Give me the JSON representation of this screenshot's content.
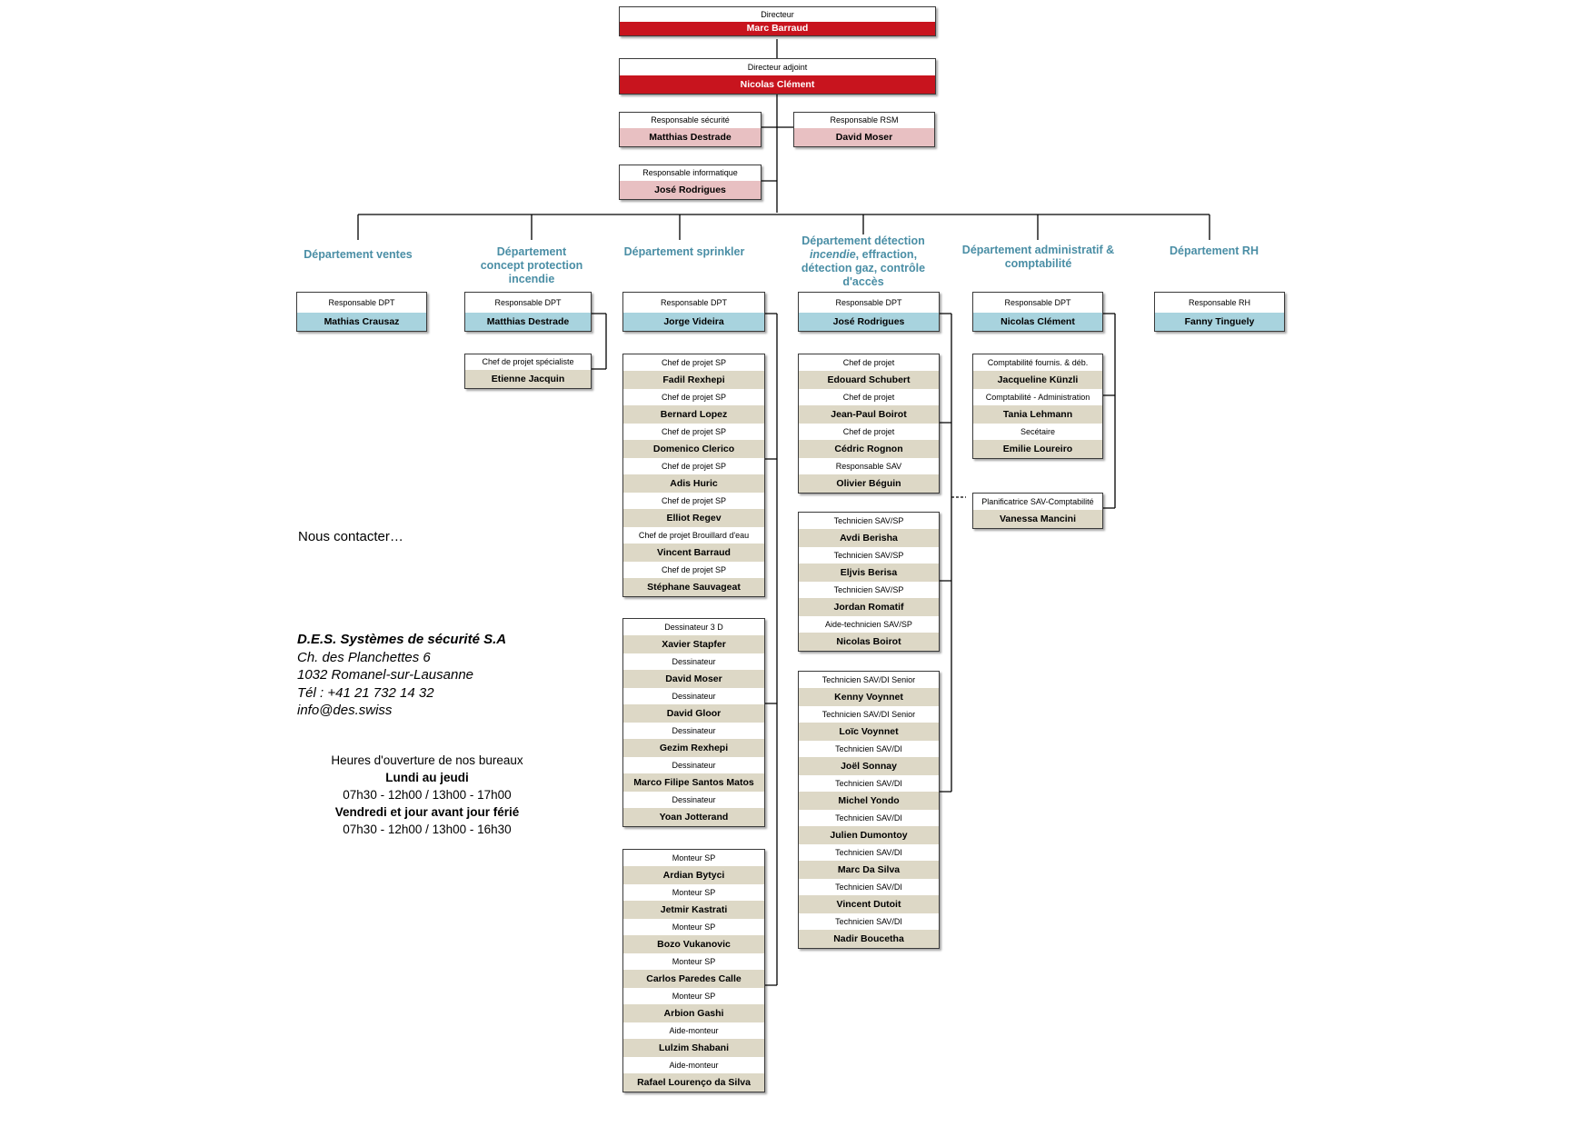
{
  "top": {
    "director": {
      "role": "Directeur",
      "name": "Marc Barraud"
    },
    "deputy": {
      "role": "Directeur adjoint",
      "name": "Nicolas Clément"
    },
    "security": {
      "role": "Responsable sécurité",
      "name": "Matthias Destrade"
    },
    "rsm": {
      "role": "Responsable RSM",
      "name": "David Moser"
    },
    "it": {
      "role": "Responsable informatique",
      "name": "José Rodrigues"
    }
  },
  "departments": {
    "ventes": {
      "title": "Département ventes",
      "head": {
        "role": "Responsable DPT",
        "name": "Mathias Crausaz"
      }
    },
    "concept": {
      "title_lines": [
        "Département",
        "concept protection",
        "incendie"
      ],
      "head": {
        "role": "Responsable DPT",
        "name": "Matthias Destrade"
      },
      "specialist": {
        "role": "Chef de projet spécialiste",
        "name": "Etienne Jacquin"
      }
    },
    "sprinkler": {
      "title": "Département sprinkler",
      "head": {
        "role": "Responsable DPT",
        "name": "Jorge Videira"
      },
      "groups": [
        [
          {
            "role": "Chef de projet SP",
            "name": "Fadil Rexhepi"
          },
          {
            "role": "Chef de projet SP",
            "name": "Bernard Lopez"
          },
          {
            "role": "Chef de projet SP",
            "name": "Domenico Clerico"
          },
          {
            "role": "Chef de projet SP",
            "name": "Adis Huric"
          },
          {
            "role": "Chef de projet SP",
            "name": "Elliot Regev"
          },
          {
            "role": "Chef de projet Brouillard d'eau",
            "name": "Vincent Barraud"
          },
          {
            "role": "Chef de projet SP",
            "name": "Stéphane Sauvageat"
          }
        ],
        [
          {
            "role": "Dessinateur 3 D",
            "name": "Xavier Stapfer"
          },
          {
            "role": "Dessinateur",
            "name": "David Moser"
          },
          {
            "role": "Dessinateur",
            "name": "David Gloor"
          },
          {
            "role": "Dessinateur",
            "name": "Gezim Rexhepi"
          },
          {
            "role": "Dessinateur",
            "name": "Marco Filipe Santos Matos"
          },
          {
            "role": "Dessinateur",
            "name": "Yoan Jotterand"
          }
        ],
        [
          {
            "role": "Monteur SP",
            "name": "Ardian Bytyci"
          },
          {
            "role": "Monteur SP",
            "name": "Jetmir Kastrati"
          },
          {
            "role": "Monteur SP",
            "name": "Bozo Vukanovic"
          },
          {
            "role": "Monteur SP",
            "name": "Carlos Paredes Calle"
          },
          {
            "role": "Monteur SP",
            "name": "Arbion Gashi"
          },
          {
            "role": "Aide-monteur",
            "name": "Lulzim Shabani"
          },
          {
            "role": "Aide-monteur",
            "name": "Rafael Lourenço da Silva"
          }
        ]
      ]
    },
    "detection": {
      "title_line1": "Département détection",
      "title_line2_italic": "incendie",
      "title_line2_rest": ", effraction,",
      "title_line3": "détection gaz, contrôle",
      "title_line4": "d'accès",
      "head": {
        "role": "Responsable DPT",
        "name": "José Rodrigues"
      },
      "groups": [
        [
          {
            "role": "Chef de projet",
            "name": "Edouard Schubert"
          },
          {
            "role": "Chef de projet",
            "name": "Jean-Paul Boirot"
          },
          {
            "role": "Chef de projet",
            "name": "Cédric Rognon"
          },
          {
            "role": "Responsable SAV",
            "name": "Olivier Béguin"
          }
        ],
        [
          {
            "role": "Technicien SAV/SP",
            "name": "Avdi Berisha"
          },
          {
            "role": "Technicien SAV/SP",
            "name": "Eljvis Berisa"
          },
          {
            "role": "Technicien SAV/SP",
            "name": "Jordan Romatif"
          },
          {
            "role": "Aide-technicien SAV/SP",
            "name": "Nicolas Boirot"
          }
        ],
        [
          {
            "role": "Technicien SAV/DI Senior",
            "name": "Kenny Voynnet"
          },
          {
            "role": "Technicien SAV/DI Senior",
            "name": "Loïc Voynnet"
          },
          {
            "role": "Technicien SAV/DI",
            "name": "Joël Sonnay"
          },
          {
            "role": "Technicien SAV/DI",
            "name": "Michel Yondo"
          },
          {
            "role": "Technicien SAV/DI",
            "name": "Julien Dumontoy"
          },
          {
            "role": "Technicien SAV/DI",
            "name": "Marc Da Silva"
          },
          {
            "role": "Technicien SAV/DI",
            "name": "Vincent Dutoit"
          },
          {
            "role": "Technicien SAV/DI",
            "name": "Nadir Boucetha"
          }
        ]
      ]
    },
    "admin": {
      "title_lines": [
        "Département administratif &",
        "comptabilité"
      ],
      "head": {
        "role": "Responsable DPT",
        "name": "Nicolas Clément"
      },
      "groups": [
        [
          {
            "role": "Comptabilité fournis. & déb.",
            "name": "Jacqueline Künzli"
          },
          {
            "role": "Comptabilité - Administration",
            "name": "Tania Lehmann"
          },
          {
            "role": "Secétaire",
            "name": "Emilie Loureiro"
          }
        ],
        [
          {
            "role": "Planificatrice SAV-Comptabilité",
            "name": "Vanessa Mancini"
          }
        ]
      ]
    },
    "rh": {
      "title": "Département RH",
      "head": {
        "role": "Responsable RH",
        "name": "Fanny Tinguely"
      }
    }
  },
  "contact": {
    "heading": "Nous contacter…",
    "company": "D.E.S. Systèmes de sécurité S.A",
    "street": "Ch. des Planchettes 6",
    "city": "1032 Romanel-sur-Lausanne",
    "phone": "Tél : +41 21 732 14 32",
    "email": "info@des.swiss",
    "hours_title": "Heures d'ouverture de nos bureaux",
    "days1": "Lundi au jeudi",
    "hours1": "07h30 - 12h00 / 13h00 - 17h00",
    "days2": "Vendredi et jour avant jour férié",
    "hours2": "07h30 - 12h00 / 13h00 - 16h30"
  },
  "colors": {
    "accent_red": "#c8141e",
    "pink": "#e8c0c2",
    "blue": "#a8d3de",
    "beige": "#ddd8c6",
    "dept_title": "#4a8ea5"
  }
}
